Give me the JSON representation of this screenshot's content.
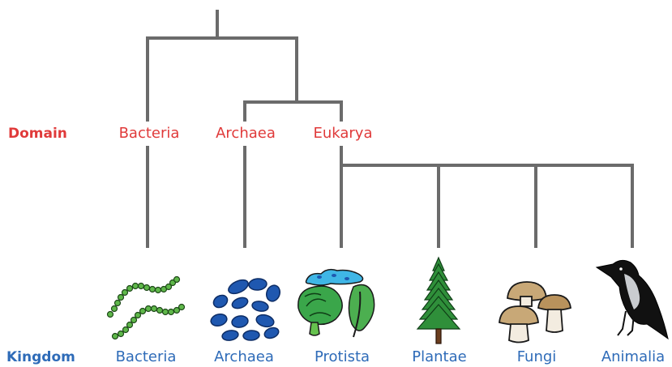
{
  "row_labels": {
    "domain": "Domain",
    "kingdom": "Kingdom"
  },
  "domains": [
    "Bacteria",
    "Archaea",
    "Eukarya"
  ],
  "kingdoms": [
    "Bacteria",
    "Archaea",
    "Protista",
    "Plantae",
    "Fungi",
    "Animalia"
  ],
  "colors": {
    "domain": "#e03a3a",
    "kingdom": "#2e6bb8",
    "branch": "#6b6b6b"
  },
  "icons": {
    "bacteria": "bacteria-chain-icon",
    "archaea": "archaea-cells-icon",
    "protista": "protista-icon",
    "plantae": "fir-tree-icon",
    "fungi": "mushroom-icon",
    "animalia": "bird-icon"
  }
}
